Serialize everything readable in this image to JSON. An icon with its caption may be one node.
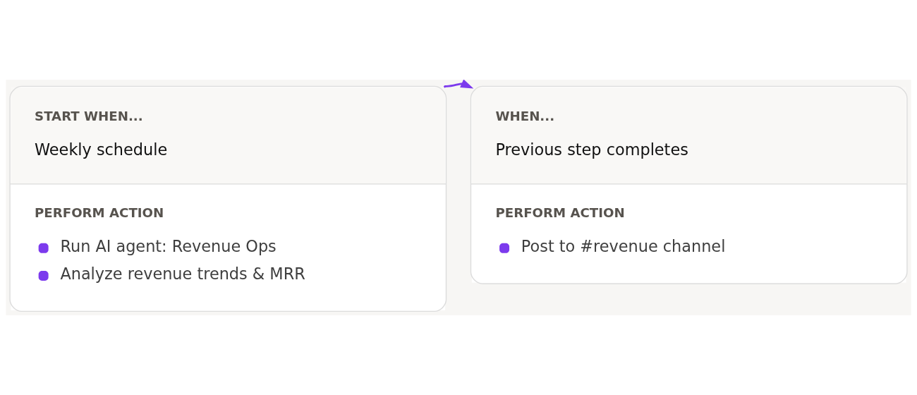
{
  "diagram": {
    "nodes": [
      {
        "text": [
          "START WHEN...",
          "Weekly schedule",
          "PERFORM ACTION",
          "Run AI agent: Revenue Ops",
          "Analyze revenue trends & MRR"
        ]
      },
      {
        "text": [
          "WHEN...",
          "Previous step completes",
          "PERFORM ACTION",
          "Post to #revenue channel"
        ]
      }
    ],
    "edges": [
      {
        "from": 0,
        "to": 1,
        "arrow": "to",
        "color": "#7c3aed"
      }
    ]
  }
}
